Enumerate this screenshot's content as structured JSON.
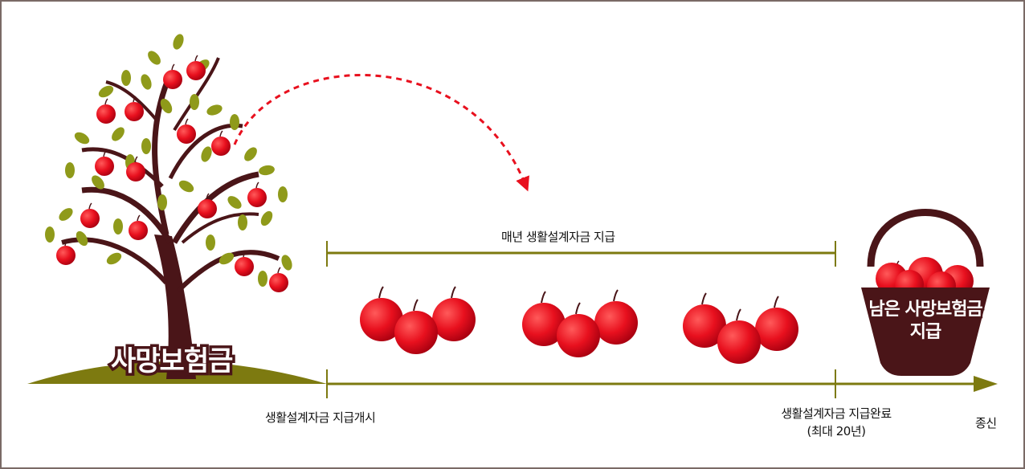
{
  "labels": {
    "death_benefit": "사망보험금",
    "annual_payment": "매년 생활설계자금 지급",
    "payment_start": "생활설계자금 지급개시",
    "payment_end_line1": "생활설계자금 지급완료",
    "payment_end_line2": "(최대 20년)",
    "death": "종신",
    "remaining_line1": "남은 사망보험금",
    "remaining_line2": "지급"
  },
  "colors": {
    "apple": "#e8101e",
    "olive": "#7d7a10",
    "trunk": "#4a1518",
    "leaf": "#8f9a1a",
    "basket": "#4a1518",
    "arrow_dashed": "#e8101e"
  },
  "icons": {
    "tree": "apple-tree-icon",
    "basket": "apple-basket-icon",
    "apples": "apple-cluster-icon"
  }
}
